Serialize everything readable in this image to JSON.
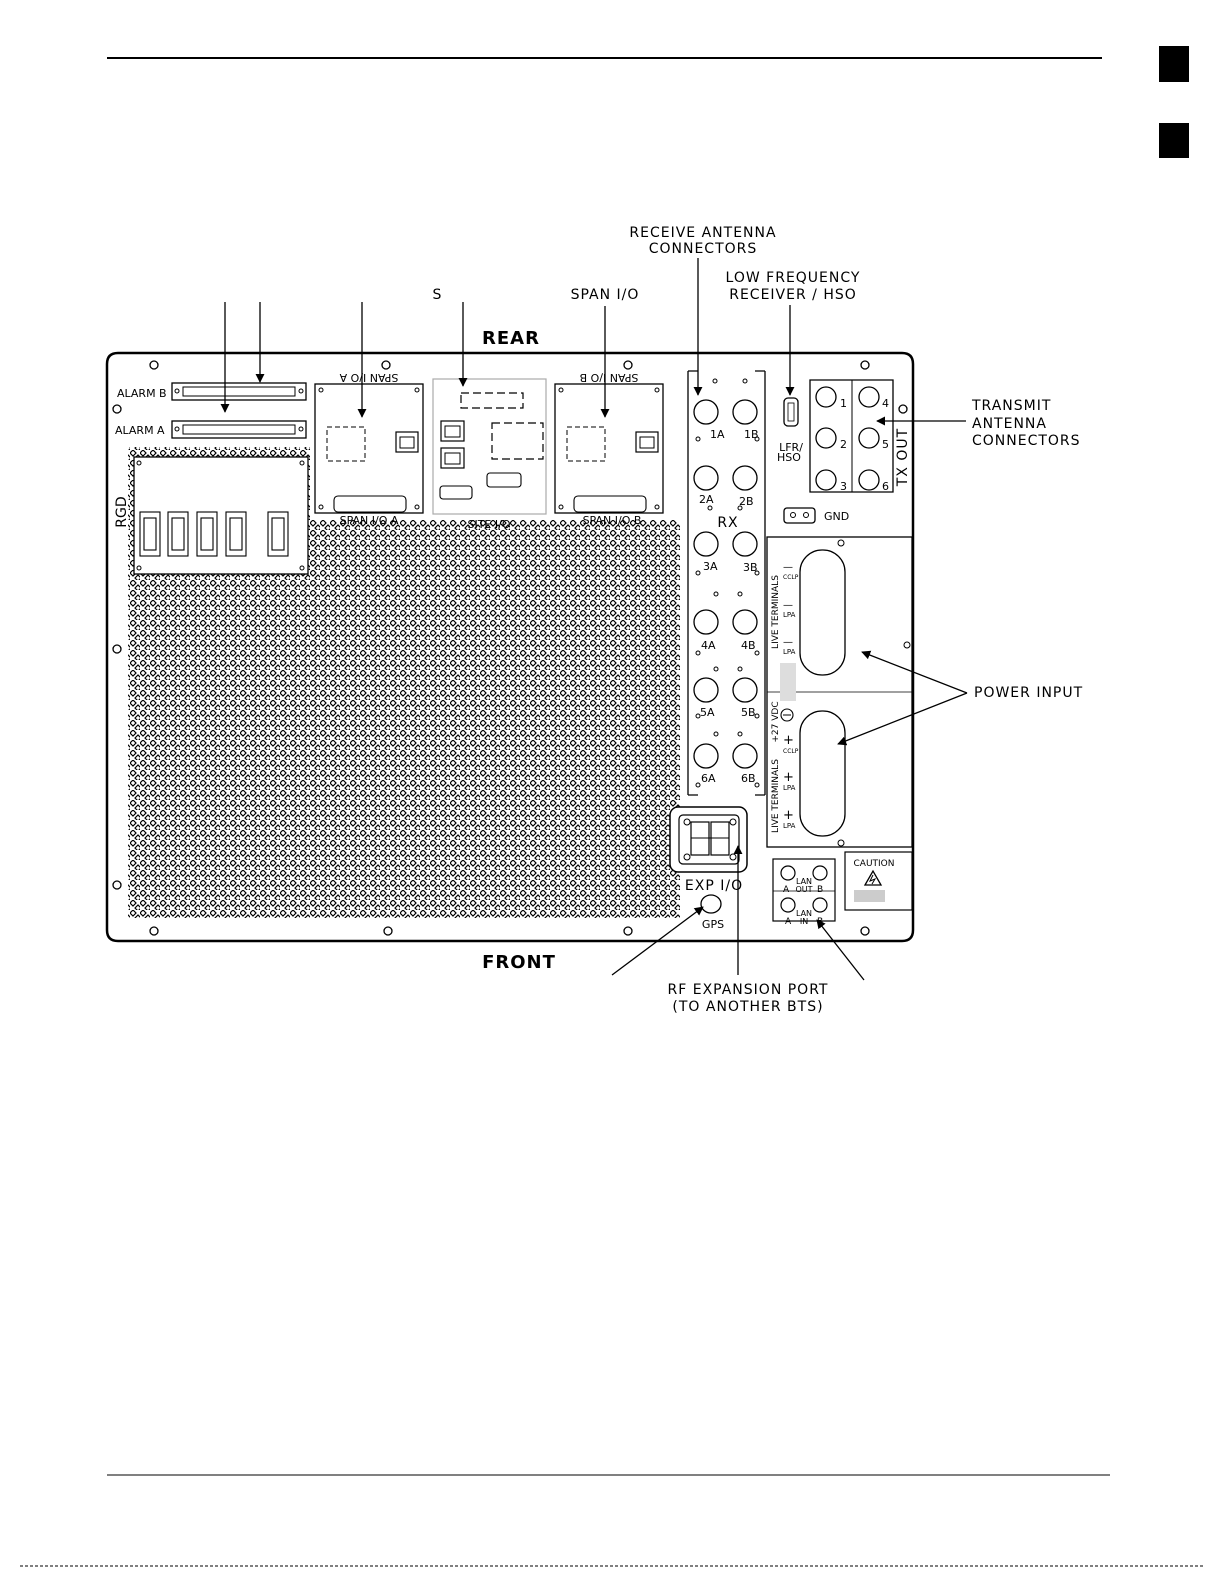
{
  "labels": {
    "receive_antenna_1": "RECEIVE ANTENNA",
    "receive_antenna_2": "CONNECTORS",
    "lfr_hso_1": "LOW FREQUENCY",
    "lfr_hso_2": "RECEIVER / HSO",
    "s": "S",
    "span_io_top": "SPAN I/O",
    "transmit_1": "TRANSMIT",
    "transmit_2": "ANTENNA",
    "transmit_3": "CONNECTORS",
    "power_input": "POWER INPUT",
    "rf_exp_1": "RF EXPANSION PORT",
    "rf_exp_2": "(TO ANOTHER BTS)",
    "rear": "REAR",
    "front": "FRONT"
  },
  "panel": {
    "alarm_b": "ALARM B",
    "alarm_a": "ALARM A",
    "rgd": "RGD",
    "span_io_a_mirror": "SPAN I/O A",
    "span_io_a": "SPAN I/O A",
    "site_io": "SITE I/O",
    "span_io_b_mirror": "SPAN I/O B",
    "span_io_b": "SPAN I/O B",
    "lfr_1": "LFR/",
    "lfr_2": "HSO",
    "gnd": "GND",
    "tx_out": "TX OUT",
    "rx": "RX",
    "exp_io": "EXP I/O",
    "gps": "GPS",
    "caution": "CAUTION",
    "live_terminals": "LIVE TERMINALS",
    "vdc": "+27 VDC",
    "lan": "LAN",
    "out": "OUT",
    "in": "IN",
    "a": "A",
    "b": "B",
    "cclp": "CCLP",
    "lpa": "LPA",
    "plus": "+",
    "minus": "—"
  },
  "tx_connectors": [
    "1",
    "2",
    "3",
    "4",
    "5",
    "6"
  ],
  "rx_connectors": [
    "1A",
    "1B",
    "2A",
    "2B",
    "3A",
    "3B",
    "4A",
    "4B",
    "5A",
    "5B",
    "6A",
    "6B"
  ]
}
